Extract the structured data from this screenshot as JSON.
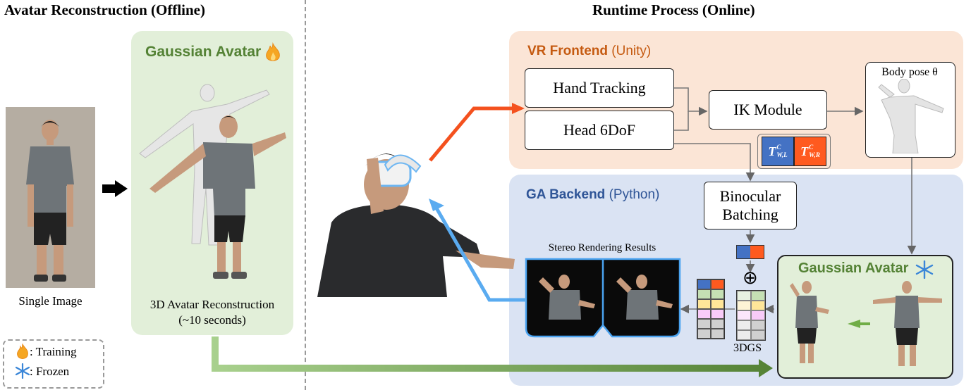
{
  "offline": {
    "heading": "Avatar Reconstruction (Offline)",
    "single_image_caption": "Single Image",
    "panel_title": "Gaussian Avatar",
    "recon_caption_line1": "3D Avatar Reconstruction",
    "recon_caption_line2": "(~10 seconds)"
  },
  "legend": {
    "training": ": Training",
    "frozen": ": Frozen"
  },
  "online": {
    "heading": "Runtime Process (Online)",
    "vr_frontend": {
      "title": "VR Frontend",
      "subtitle": "(Unity)"
    },
    "hand_tracking": "Hand Tracking",
    "head_6dof": "Head 6DoF",
    "ik_module": "IK Module",
    "body_pose": "Body pose θ",
    "transform_left": "T",
    "transform_sup": "C",
    "transform_left_sub": "W,L",
    "transform_right_sub": "W,R",
    "ga_backend": {
      "title": "GA Backend",
      "subtitle": "(Python)"
    },
    "binocular_line1": "Binocular",
    "binocular_line2": "Batching",
    "stereo_caption": "Stereo Rendering Results",
    "oplus": "⊕",
    "three_dgs": "3DGS",
    "gaussian_avatar_frozen": "Gaussian Avatar"
  },
  "colors": {
    "offline_panel": "#e2efd9",
    "vr_panel": "#fbe5d6",
    "ga_panel": "#dae3f3",
    "orange_arrow": "#f4511e",
    "blue_arrow": "#5aabf0",
    "green_arrow_start": "#a9d18e",
    "green_arrow_end": "#548235",
    "title_green": "#548235",
    "title_orange": "#c55a11",
    "title_blue": "#2f5597",
    "cell_blue": "#4472c4",
    "cell_orange": "#ff5a1f",
    "cell_green": "#c5e0b4",
    "cell_yellow": "#ffe699",
    "cell_pink": "#f8cbf8",
    "cell_gray": "#d0d0d0"
  }
}
